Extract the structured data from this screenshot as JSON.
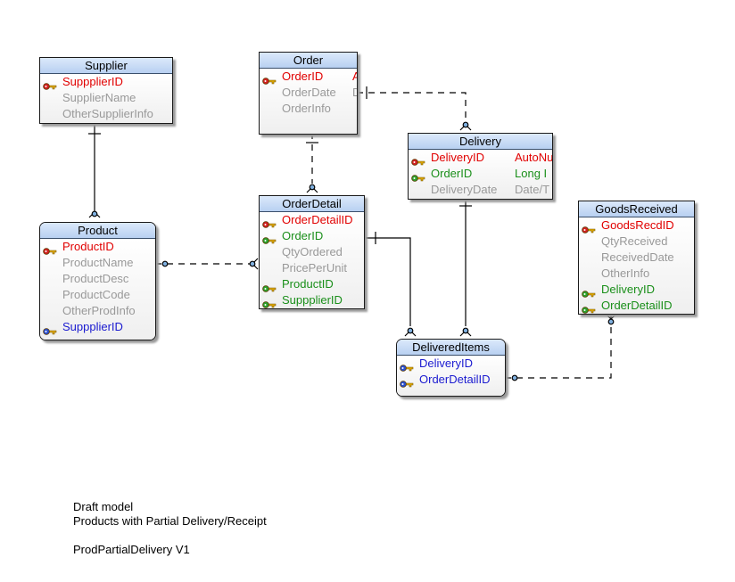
{
  "entities": {
    "supplier": {
      "title": "Supplier",
      "attrs": [
        {
          "name": "SuppplierID",
          "kind": "pk",
          "icon": "key-icon-pk"
        },
        {
          "name": "SupplierName",
          "kind": "plain"
        },
        {
          "name": "OtherSupplierInfo",
          "kind": "plain"
        }
      ]
    },
    "order": {
      "title": "Order",
      "attrs": [
        {
          "name": "OrderID",
          "kind": "pk",
          "icon": "key-icon-pk",
          "type": "A"
        },
        {
          "name": "OrderDate",
          "kind": "plain",
          "type": "D"
        },
        {
          "name": "OrderInfo",
          "kind": "plain"
        }
      ]
    },
    "delivery": {
      "title": "Delivery",
      "attrs": [
        {
          "name": "DeliveryID",
          "kind": "pk",
          "icon": "key-icon-pk",
          "type": "AutoNu"
        },
        {
          "name": "OrderID",
          "kind": "fk",
          "icon": "key-icon-fk",
          "type": "Long I"
        },
        {
          "name": "DeliveryDate",
          "kind": "plain",
          "type": "Date/T"
        }
      ]
    },
    "product": {
      "title": "Product",
      "attrs": [
        {
          "name": "ProductID",
          "kind": "pk",
          "icon": "key-icon-pk"
        },
        {
          "name": "ProductName",
          "kind": "plain"
        },
        {
          "name": "ProductDesc",
          "kind": "plain"
        },
        {
          "name": "ProductCode",
          "kind": "plain"
        },
        {
          "name": "OtherProdInfo",
          "kind": "plain"
        },
        {
          "name": "SuppplierID",
          "kind": "fkb",
          "icon": "key-icon-fk"
        }
      ]
    },
    "orderdetail": {
      "title": "OrderDetail",
      "attrs": [
        {
          "name": "OrderDetailID",
          "kind": "pk",
          "icon": "key-icon-pk"
        },
        {
          "name": "OrderID",
          "kind": "fk",
          "icon": "key-icon-fk"
        },
        {
          "name": "QtyOrdered",
          "kind": "plain"
        },
        {
          "name": "PricePerUnit",
          "kind": "plain"
        },
        {
          "name": "ProductID",
          "kind": "fk",
          "icon": "key-icon-fk"
        },
        {
          "name": "SuppplierID",
          "kind": "fk",
          "icon": "key-icon-fk"
        }
      ]
    },
    "goodsreceived": {
      "title": "GoodsReceived",
      "attrs": [
        {
          "name": "GoodsRecdID",
          "kind": "pk",
          "icon": "key-icon-pk"
        },
        {
          "name": "QtyReceived",
          "kind": "plain"
        },
        {
          "name": "ReceivedDate",
          "kind": "plain"
        },
        {
          "name": "OtherInfo",
          "kind": "plain"
        },
        {
          "name": "DeliveryID",
          "kind": "fk",
          "icon": "key-icon-fk"
        },
        {
          "name": "OrderDetailID",
          "kind": "fk",
          "icon": "key-icon-fk"
        }
      ]
    },
    "delivereditems": {
      "title": "DeliveredItems",
      "attrs": [
        {
          "name": "DeliveryID",
          "kind": "fkb",
          "icon": "key-icon-fk"
        },
        {
          "name": "OrderDetailID",
          "kind": "fkb",
          "icon": "key-icon-fk"
        }
      ]
    }
  },
  "caption": {
    "line1": "Draft model",
    "line2": "Products with Partial Delivery/Receipt",
    "line3": "ProdPartialDelivery V1"
  },
  "colors": {
    "pk": "#e10000",
    "fk": "#1a8f1a",
    "fk_blue": "#1a1ad0",
    "plain": "#999999",
    "header_top": "#dbe9fb",
    "header_bottom": "#b8d0f1",
    "key_gold": "#e0a800",
    "key_red": "#d02020",
    "key_green": "#2ca02c",
    "key_blue": "#2a4fd0"
  }
}
